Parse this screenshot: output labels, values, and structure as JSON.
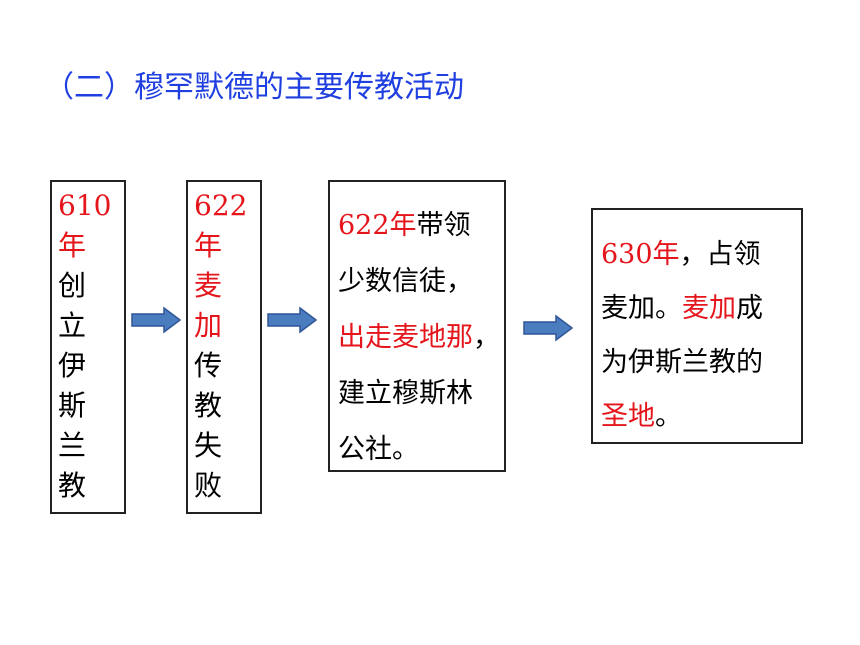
{
  "title": "（二）穆罕默德的主要传教活动",
  "colors": {
    "title": "#1f3fe0",
    "highlight": "#e5151c",
    "arrow_fill": "#4a7dbf",
    "arrow_stroke": "#2f5597"
  },
  "boxes": [
    {
      "lines": [
        {
          "text": "610",
          "red": true
        },
        {
          "text": "年",
          "red": true
        },
        {
          "text": "创",
          "red": false
        },
        {
          "text": "立",
          "red": false
        },
        {
          "text": "伊",
          "red": false
        },
        {
          "text": "斯",
          "red": false
        },
        {
          "text": "兰",
          "red": false
        },
        {
          "text": "教",
          "red": false
        }
      ]
    },
    {
      "lines": [
        {
          "text": "622",
          "red": true
        },
        {
          "text": "年",
          "red": true
        },
        {
          "text": "麦",
          "red": true
        },
        {
          "text": "加",
          "red": true
        },
        {
          "text": "传",
          "red": false
        },
        {
          "text": "教",
          "red": false
        },
        {
          "text": "失",
          "red": false
        },
        {
          "text": "败",
          "red": false
        }
      ]
    },
    {
      "lines": [
        {
          "red_part": "622年",
          "black_part": "带领"
        },
        {
          "red_part": "",
          "black_part": "少数信徒，"
        },
        {
          "red_part": "出走麦地那",
          "black_part": "，"
        },
        {
          "red_part": "",
          "black_part": "建立穆斯林"
        },
        {
          "red_part": "",
          "black_part": "公社。"
        }
      ]
    },
    {
      "lines": [
        {
          "red_part": "630年",
          "black_part": "，占领"
        },
        {
          "black_part": "麦加。",
          "red_part": "麦加",
          "tail": "成"
        },
        {
          "red_part": "",
          "black_part": "为伊斯兰教的"
        },
        {
          "red_part": "圣地",
          "black_part": "。"
        }
      ]
    }
  ],
  "arrows": [
    "right-arrow",
    "right-arrow",
    "right-arrow"
  ]
}
